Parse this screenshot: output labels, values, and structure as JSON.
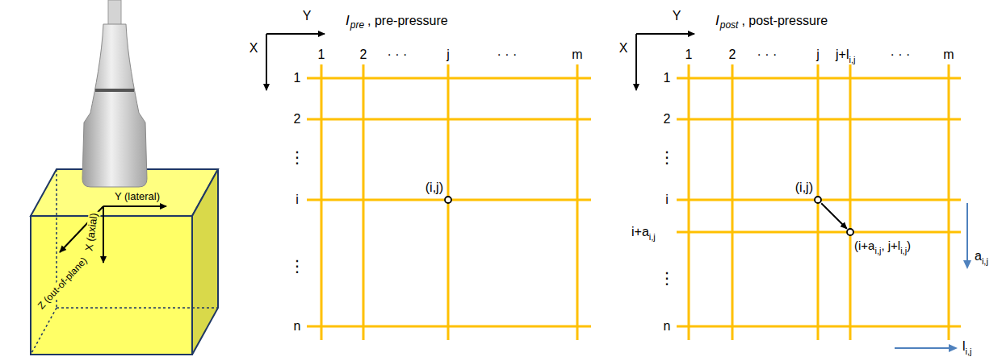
{
  "diagram": {
    "nodes": [
      {
        "text": [
          "(i,j)"
        ]
      },
      {
        "text": [
          "(i,j)"
        ]
      },
      {
        "text": [
          "(i+a",
          "i,j",
          ", j+l",
          "i,j",
          ")"
        ]
      }
    ],
    "edges": [
      {
        "from": 1,
        "to": 2,
        "arrow": "to"
      }
    ],
    "labels": [
      "Y (lateral)",
      "X (axial)",
      "Z (out-of-plane)",
      "Y",
      "X",
      "I",
      "pre",
      ", pre-pressure",
      "1",
      "2",
      "· · ·",
      "j",
      "· · ·",
      "m",
      "1",
      "2",
      "⋮",
      "i",
      "⋮",
      "n",
      "Y",
      "X",
      "I",
      "post",
      ", post-pressure",
      "1",
      "2",
      "· · ·",
      "j",
      "j+l",
      "i,j",
      "· · ·",
      "m",
      "1",
      "2",
      "⋮",
      "i",
      "i+a",
      "i,j",
      "⋮",
      "n",
      "a",
      "i,j",
      "l",
      "i,j"
    ]
  }
}
